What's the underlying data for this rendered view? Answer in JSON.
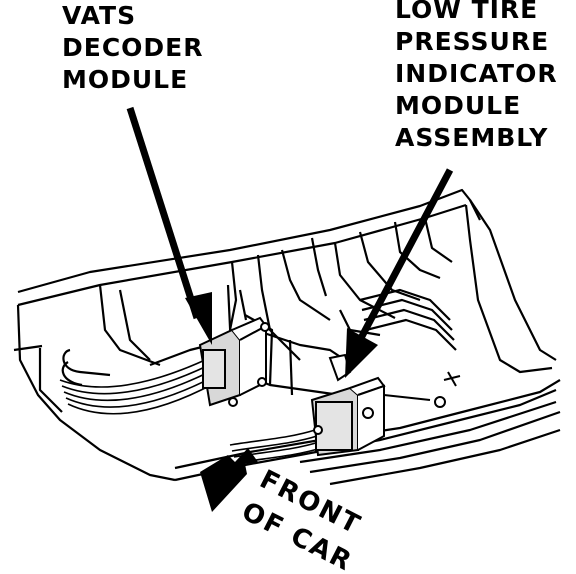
{
  "labels": {
    "vats": [
      "VATS",
      "DECODER",
      "MODULE"
    ],
    "ltp": [
      "LOW TIRE",
      "PRESSURE",
      "INDICATOR",
      "MODULE",
      "ASSEMBLY"
    ],
    "front_line1": "FRONT",
    "front_line2": "OF CAR"
  },
  "colors": {
    "ink": "#000000",
    "paper": "#ffffff",
    "module_fill": "#d8d8d8"
  }
}
